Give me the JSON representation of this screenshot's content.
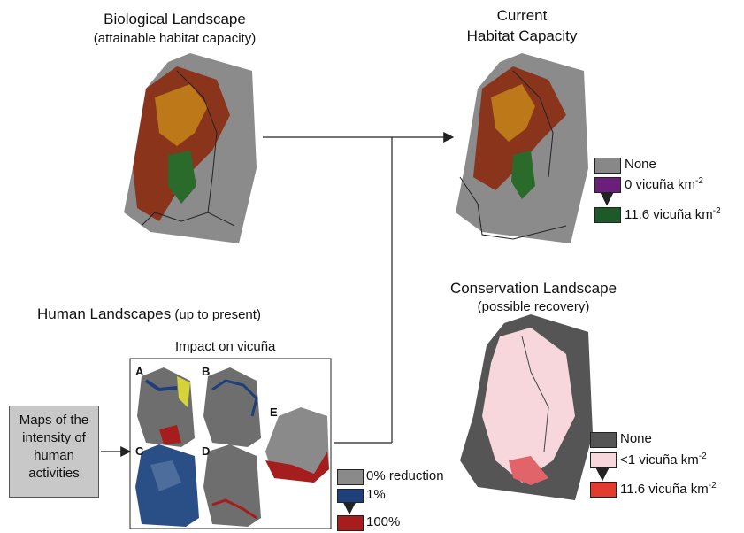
{
  "biological": {
    "title": "Biological Landscape",
    "subtitle": "(attainable habitat capacity)"
  },
  "current": {
    "title_line1": "Current",
    "title_line2": "Habitat Capacity",
    "legend": {
      "none": "None",
      "low": "0  vicuña km",
      "low_sup": "-2",
      "high": "11.6  vicuña km",
      "high_sup": "-2",
      "colors": {
        "none": "#888888",
        "low": "#6b1f7a",
        "high": "#1d5a2a"
      }
    }
  },
  "human": {
    "title": "Human Landscapes",
    "title_suffix": " (up to present)",
    "impact_title": "Impact on vicuña",
    "panels": [
      "A",
      "B",
      "C",
      "D",
      "E"
    ],
    "legend": {
      "zero": "0% reduction",
      "one": "1%",
      "hundred": "100%",
      "colors": {
        "zero": "#8a8a8a",
        "one": "#1f3f7a",
        "hundred": "#a51d1d"
      }
    }
  },
  "maps_box": {
    "line1": "Maps of the",
    "line2": "intensity of",
    "line3": "human",
    "line4": "activities"
  },
  "conservation": {
    "title": "Conservation Landscape",
    "subtitle": "(possible recovery)",
    "legend": {
      "none": "None",
      "low": "<1  vicuña km",
      "low_sup": "-2",
      "high": "11.6  vicuña km",
      "high_sup": "-2",
      "colors": {
        "none": "#555555",
        "low": "#f7d6dc",
        "high": "#e23b2f"
      }
    }
  }
}
